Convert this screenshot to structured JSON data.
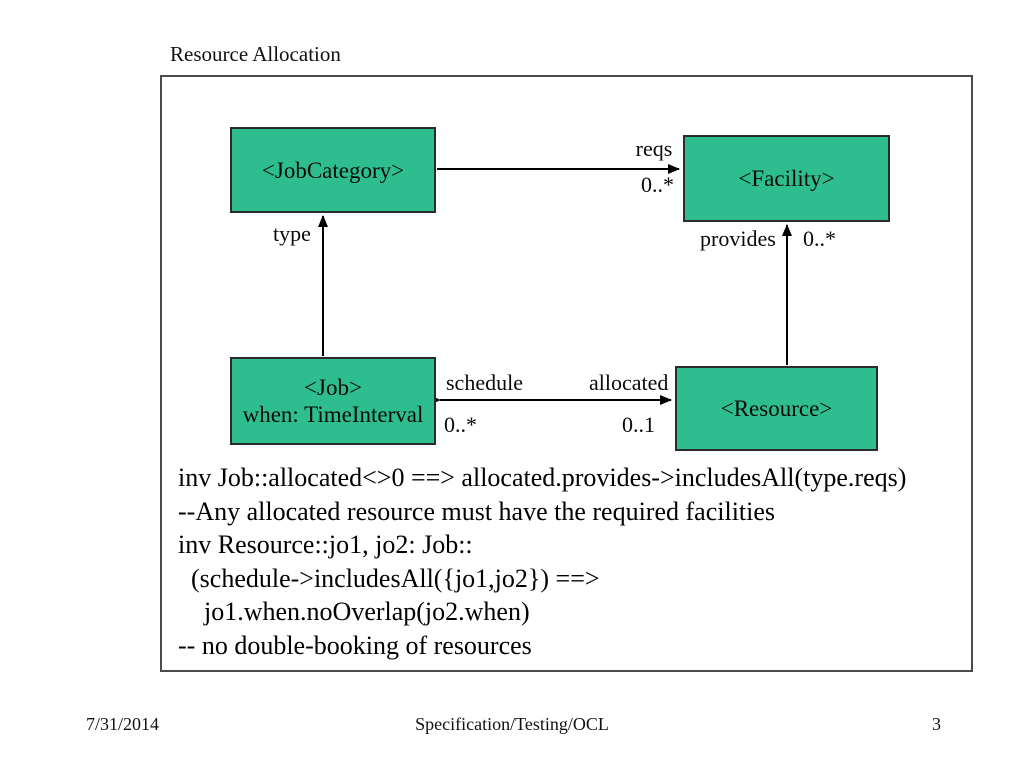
{
  "slide": {
    "title": "Resource Allocation",
    "footer": {
      "date": "7/31/2014",
      "center": "Specification/Testing/OCL",
      "page_number": "3"
    }
  },
  "diagram": {
    "colors": {
      "class_fill": "#2ebd8e",
      "class_border": "#2b2b2b",
      "frame_border": "#4b4b4b",
      "edge_line": "#000000"
    },
    "classes": {
      "jobcategory": {
        "name": "<JobCategory>"
      },
      "facility": {
        "name": "<Facility>"
      },
      "job": {
        "name": "<Job>",
        "attribute": "when: TimeInterval"
      },
      "resource": {
        "name": "<Resource>"
      }
    },
    "associations": {
      "reqs": {
        "role": "reqs",
        "multiplicity": "0..*"
      },
      "type": {
        "role": "type"
      },
      "provides": {
        "role": "provides",
        "multiplicity": "0..*"
      },
      "schedule": {
        "role": "schedule",
        "multiplicity": "0..*"
      },
      "allocated": {
        "role": "allocated",
        "multiplicity": "0..1"
      }
    }
  },
  "ocl": {
    "lines": [
      "inv Job::allocated<>0 ==> allocated.provides->includesAll(type.reqs)",
      "--Any allocated resource must have the required facilities",
      "inv Resource::jo1, jo2: Job::",
      "  (schedule->includesAll({jo1,jo2}) ==>",
      "    jo1.when.noOverlap(jo2.when)",
      "-- no double-booking of resources"
    ]
  }
}
